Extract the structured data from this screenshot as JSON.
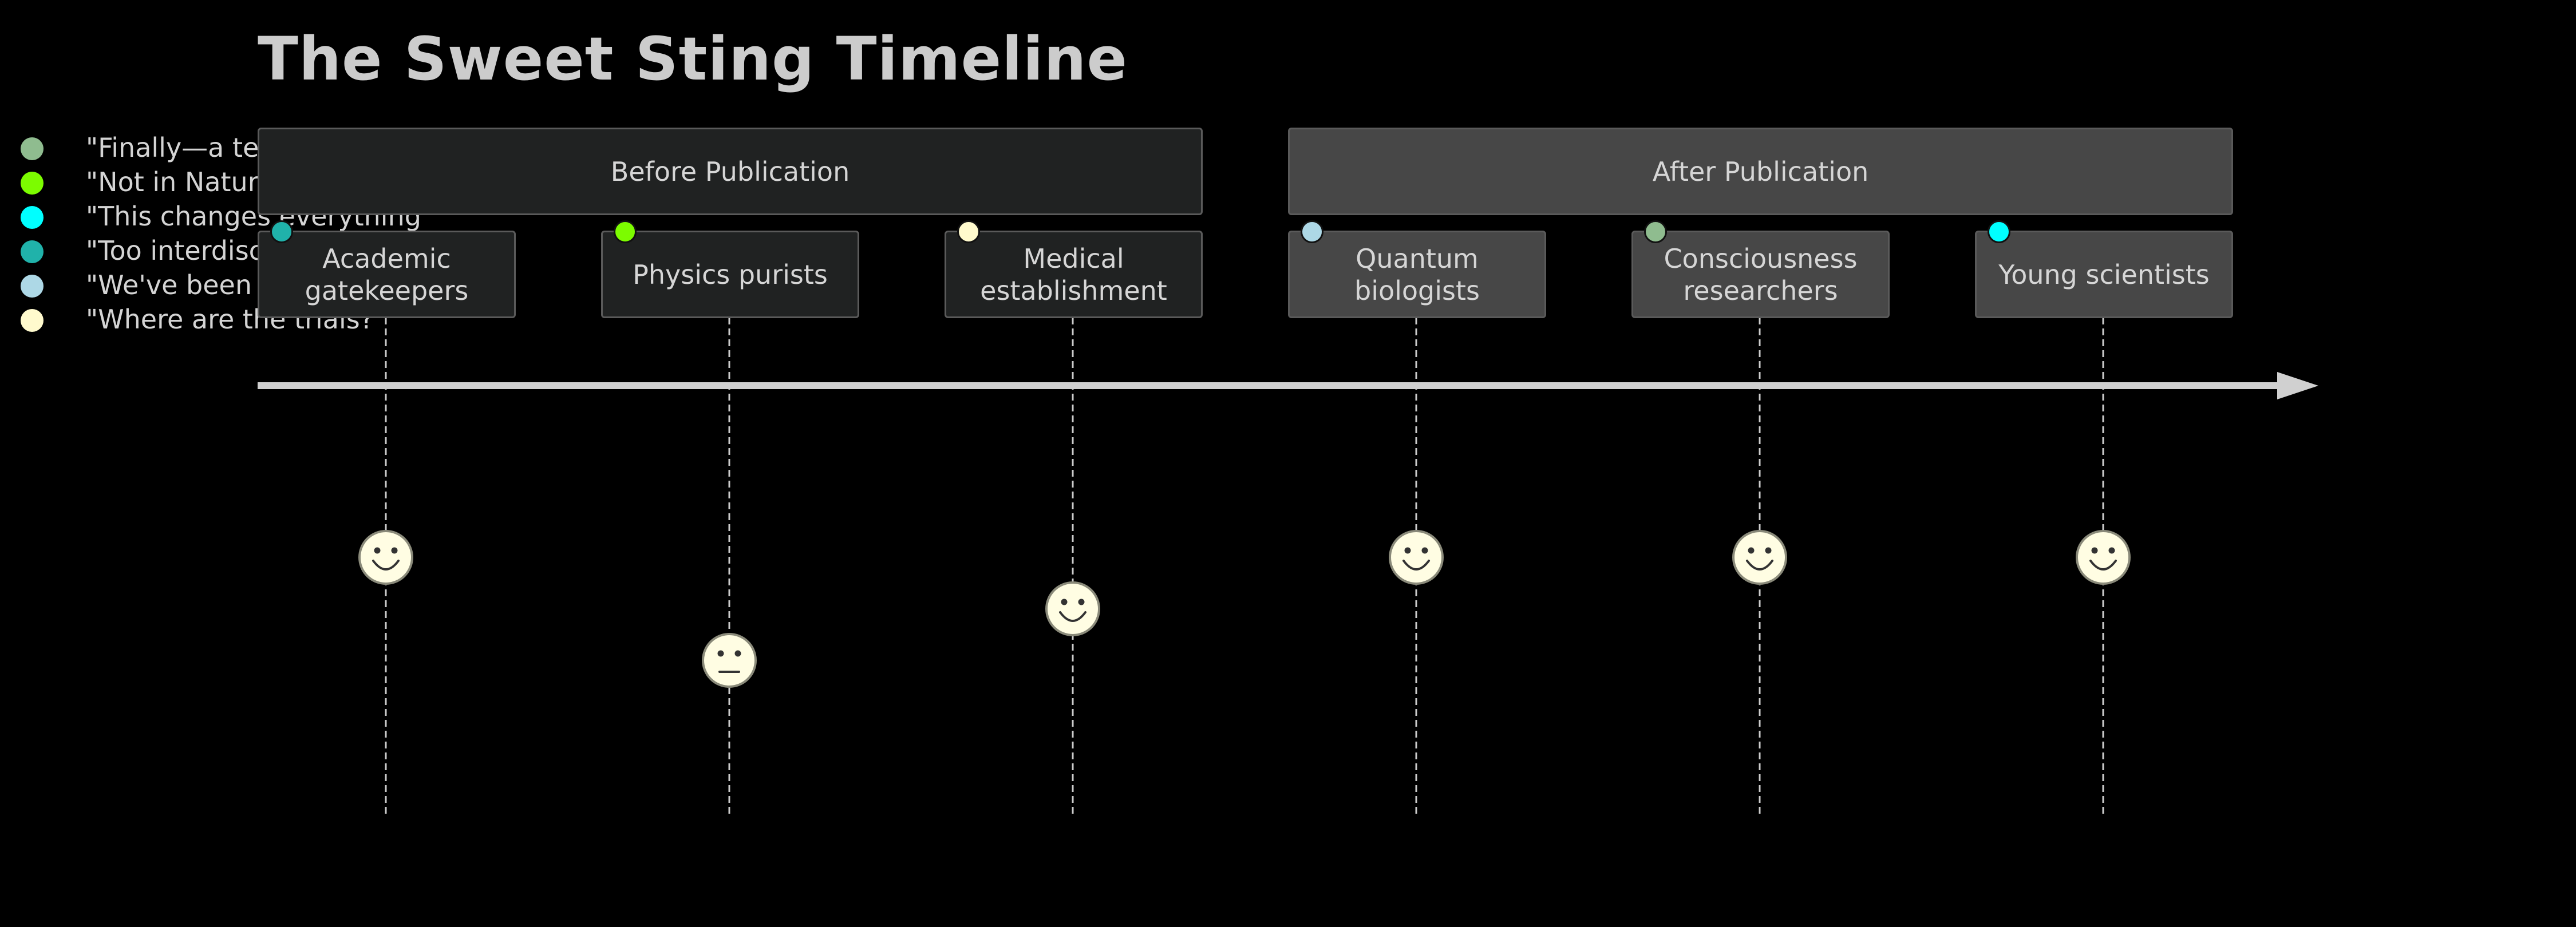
{
  "title": "The Sweet Sting Timeline",
  "legend": [
    {
      "label": "\"Finally—a testable theory of meaning\"",
      "color": "#8fbc8f"
    },
    {
      "label": "\"Not in Nature? Not serious\"",
      "color": "#7cfc00"
    },
    {
      "label": "\"This changes everything\"",
      "color": "#00ffff"
    },
    {
      "label": "\"Too interdisciplinary to review\"",
      "color": "#20b2aa"
    },
    {
      "label": "\"We've been missing this piece\"",
      "color": "#add8e6"
    },
    {
      "label": "\"Where are the trials?\"",
      "color": "#fffacd"
    }
  ],
  "sections": [
    {
      "label": "Before Publication"
    },
    {
      "label": "After Publication"
    }
  ],
  "actors": [
    {
      "label": "Academic gatekeepers",
      "dot_color": "#20b2aa",
      "mood": "happy",
      "section": 0
    },
    {
      "label": "Physics purists",
      "dot_color": "#7cfc00",
      "mood": "neutral",
      "section": 0
    },
    {
      "label": "Medical establishment",
      "dot_color": "#fffacd",
      "mood": "happy",
      "section": 0
    },
    {
      "label": "Quantum biologists",
      "dot_color": "#add8e6",
      "mood": "happy",
      "section": 1
    },
    {
      "label": "Consciousness researchers",
      "dot_color": "#8fbc8f",
      "mood": "happy",
      "section": 1
    },
    {
      "label": "Young scientists",
      "dot_color": "#00ffff",
      "mood": "happy",
      "section": 1
    }
  ]
}
